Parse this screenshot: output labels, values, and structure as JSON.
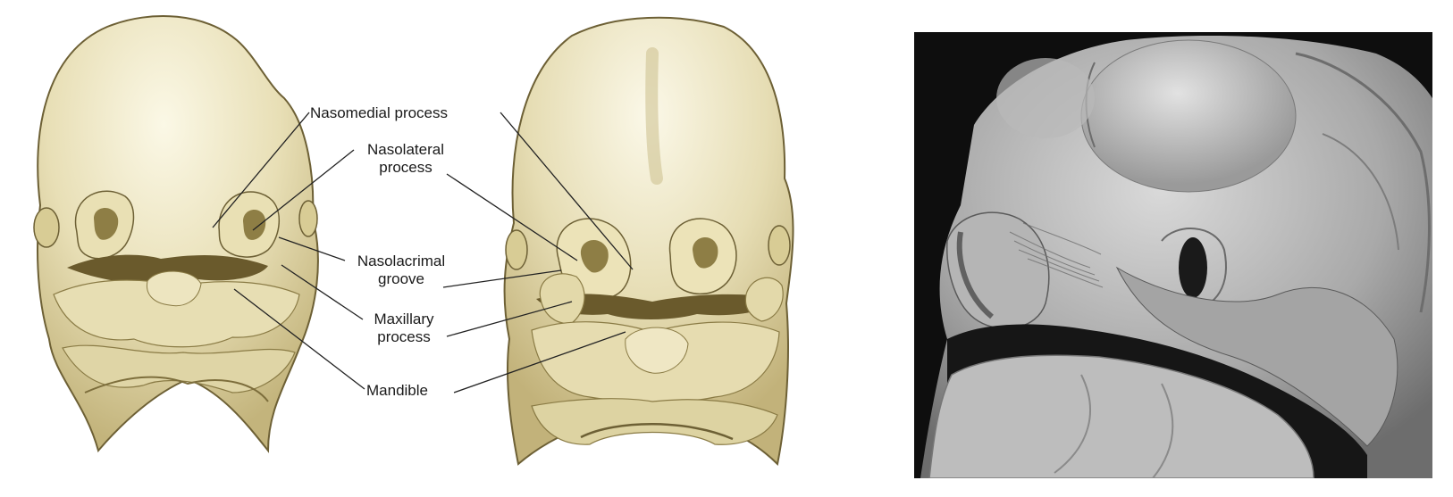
{
  "labels": {
    "nasomedial": "Nasomedial process",
    "nasolateral_1": "Nasolateral",
    "nasolateral_2": "process",
    "nasolacrimal_1": "Nasolacrimal",
    "nasolacrimal_2": "groove",
    "maxillary_1": "Maxillary",
    "maxillary_2": "process",
    "mandible": "Mandible"
  },
  "colors": {
    "skin_light": "#efe9c9",
    "skin_mid": "#dcd2a3",
    "skin_dark": "#b7a76b",
    "cleft": "#6a5a2c",
    "outline": "#6d6035",
    "sem_dark": "#101010",
    "sem_mid": "#8c8c8c",
    "sem_light": "#c9c9c9"
  }
}
